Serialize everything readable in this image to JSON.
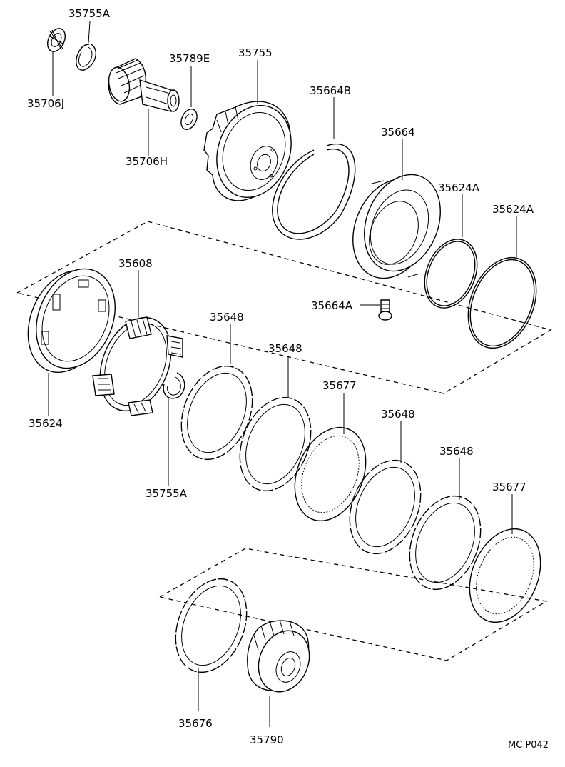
{
  "diagram": {
    "labels": {
      "p35755a_top": "35755A",
      "p35706j": "35706J",
      "p35789e": "35789E",
      "p35755": "35755",
      "p35706h": "35706H",
      "p35664b": "35664B",
      "p35664": "35664",
      "p35624a_1": "35624A",
      "p35624a_2": "35624A",
      "p35608": "35608",
      "p35664a": "35664A",
      "p35648_1": "35648",
      "p35648_2": "35648",
      "p35677_1": "35677",
      "p35648_3": "35648",
      "p35648_4": "35648",
      "p35677_2": "35677",
      "p35624": "35624",
      "p35755a_bottom": "35755A",
      "p35676": "35676",
      "p35790": "35790"
    },
    "code": "MC P042"
  }
}
